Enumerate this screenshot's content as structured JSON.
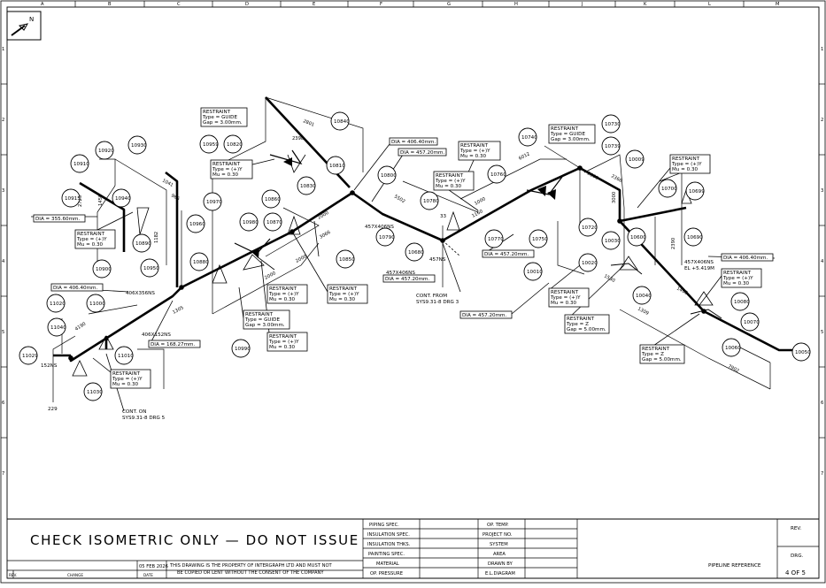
{
  "drawing": {
    "north_label": "N",
    "grid_columns": [
      "A",
      "B",
      "C",
      "D",
      "E",
      "F",
      "G",
      "H",
      "J",
      "K",
      "L",
      "M"
    ],
    "grid_rows": [
      "1",
      "2",
      "3",
      "4",
      "5",
      "6",
      "7"
    ],
    "bubbles": [
      {
        "id": "b10840",
        "label": "10840"
      },
      {
        "id": "b10930",
        "label": "10930"
      },
      {
        "id": "b10920",
        "label": "10920"
      },
      {
        "id": "b10910",
        "label": "10910"
      },
      {
        "id": "b10915",
        "label": "10915"
      },
      {
        "id": "b10940",
        "label": "10940"
      },
      {
        "id": "b10950",
        "label": "10950"
      },
      {
        "id": "b10959",
        "label": "10959"
      },
      {
        "id": "b10820",
        "label": "10820"
      },
      {
        "id": "b10810",
        "label": "10810"
      },
      {
        "id": "b10830",
        "label": "10830"
      },
      {
        "id": "b10800",
        "label": "10800"
      },
      {
        "id": "b10970",
        "label": "10970"
      },
      {
        "id": "b10960",
        "label": "10960"
      },
      {
        "id": "b10860",
        "label": "10860"
      },
      {
        "id": "b10870",
        "label": "10870"
      },
      {
        "id": "b10980",
        "label": "10980"
      },
      {
        "id": "b10890",
        "label": "10890"
      },
      {
        "id": "b10900",
        "label": "10900"
      },
      {
        "id": "b10880",
        "label": "10880"
      },
      {
        "id": "b10850",
        "label": "10850"
      },
      {
        "id": "b10790",
        "label": "10790"
      },
      {
        "id": "b10680",
        "label": "10680"
      },
      {
        "id": "b10780",
        "label": "10780"
      },
      {
        "id": "b10760",
        "label": "10760"
      },
      {
        "id": "b10740",
        "label": "10740"
      },
      {
        "id": "b10730",
        "label": "10730"
      },
      {
        "id": "b10739",
        "label": "10739"
      },
      {
        "id": "b10009",
        "label": "10009"
      },
      {
        "id": "b10700",
        "label": "10700"
      },
      {
        "id": "b10699",
        "label": "10699"
      },
      {
        "id": "b10720",
        "label": "10720"
      },
      {
        "id": "b10030",
        "label": "10030"
      },
      {
        "id": "b10600",
        "label": "10600"
      },
      {
        "id": "b10690",
        "label": "10690"
      },
      {
        "id": "b10770",
        "label": "10770"
      },
      {
        "id": "b10750",
        "label": "10750"
      },
      {
        "id": "b10010",
        "label": "10010"
      },
      {
        "id": "b10020",
        "label": "10020"
      },
      {
        "id": "b10040",
        "label": "10040"
      },
      {
        "id": "b10080",
        "label": "10080"
      },
      {
        "id": "b10070",
        "label": "10070"
      },
      {
        "id": "b10060",
        "label": "10060"
      },
      {
        "id": "b10050",
        "label": "10050"
      },
      {
        "id": "b11020",
        "label": "11020"
      },
      {
        "id": "b11000",
        "label": "11000"
      },
      {
        "id": "b11040",
        "label": "11040"
      },
      {
        "id": "b11029",
        "label": "11029"
      },
      {
        "id": "b11010",
        "label": "11010"
      },
      {
        "id": "b11030",
        "label": "11030"
      },
      {
        "id": "b10990",
        "label": "10990"
      }
    ],
    "restraints": {
      "r1": [
        "RESTRAINT",
        "Type = GUIDE",
        "Gap = 3.00mm."
      ],
      "r2": [
        "RESTRAINT",
        "Type = (+)Y",
        "Mu = 0.30"
      ],
      "r3": [
        "RESTRAINT",
        "Type = (+)Y",
        "Mu = 0.30"
      ],
      "r4": [
        "RESTRAINT",
        "Type = (+)Y",
        "Mu = 0.30"
      ],
      "r5": [
        "RESTRAINT",
        "Type = (+)Y",
        "Mu = 0.30"
      ],
      "r6": [
        "RESTRAINT",
        "Type = GUIDE",
        "Gap = 3.00mm."
      ],
      "r7": [
        "RESTRAINT",
        "Type = (+)Y",
        "Mu = 0.30"
      ],
      "r8": [
        "RESTRAINT",
        "Type = (+)Y",
        "Mu = 0.30"
      ],
      "r9": [
        "RESTRAINT",
        "Type = (+)Y",
        "Mu = 0.30"
      ],
      "r10": [
        "RESTRAINT",
        "Type = (+)Y",
        "Mu = 0.30"
      ],
      "r11": [
        "RESTRAINT",
        "Type = GUIDE",
        "Gap = 3.00mm."
      ],
      "r12": [
        "RESTRAINT",
        "Type = (+)Y",
        "Mu = 0.30"
      ],
      "r13": [
        "RESTRAINT",
        "Type = (+)Y",
        "Mu = 0.30"
      ],
      "r14": [
        "RESTRAINT",
        "Type = (+)Y",
        "Mu = 0.30"
      ],
      "r15": [
        "RESTRAINT",
        "Type = Z",
        "Gap = 5.00mm."
      ],
      "r16": [
        "RESTRAINT",
        "Type = Z",
        "Gap = 5.00mm."
      ]
    },
    "dia_labels": {
      "d1": "DIA = 406.40mm.",
      "d2": "DIA = 457.20mm.",
      "d3": "DIA = 355.60mm.",
      "d4": "DIA = 406.40mm.",
      "d5": "DIA = 168.27mm.",
      "d6": "DIA = 457.20mm.",
      "d7": "DIA = 457.20mm.",
      "d8": "DIA = 457.20mm.",
      "d9": "DIA = 406.40mm."
    },
    "notes": {
      "n406x356": "406X356NS",
      "n406x152": "406X152NS",
      "n152": "152NS",
      "n229": "229",
      "cont_on_1": "CONT. ON",
      "cont_on_2": "SYS9.31-8 DRG 5",
      "cont_from_1": "CONT. FROM",
      "cont_from_2": "SYS9.31-8 DRG 3",
      "n457x406a": "457X406NS",
      "n457x406b": "457X406NS",
      "n457": "457NS",
      "n33": "33",
      "n457x406c": "457X406NS",
      "el": "EL +5.419M"
    },
    "dims": {
      "x2398": "2398",
      "x2801": "2801",
      "x1041": "1041",
      "x966": "966",
      "x1182": "1182",
      "x2725": "2725",
      "x2000a": "2000",
      "x2000b": "2000",
      "x2000c": "2000",
      "x3066": "3066",
      "x1305": "1305",
      "x4190": "4190",
      "x5502": "5502",
      "x6012": "6012",
      "x1000": "1000",
      "x1160": "1160",
      "x2000d": "2000",
      "x2368": "2368",
      "x2390": "2390",
      "x7902": "7902",
      "x1403": "1403",
      "x1309": "1309",
      "x1530": "1530",
      "x3000": "3000",
      "x1450": "1450"
    }
  },
  "title_block": {
    "banner": "CHECK ISOMETRIC ONLY — DO NOT ISSUE",
    "fields_left": [
      "PIPING SPEC.",
      "INSULATION SPEC.",
      "INSULATION THKS.",
      "PAINTING SPEC.",
      "MATERIAL",
      "OP. PRESSURE"
    ],
    "fields_right": [
      "OP. TEMP.",
      "PROJECT NO.",
      "SYSTEM",
      "AREA",
      "DRAWN BY",
      "E.L.DIAGRAM"
    ],
    "date": "05 FEB 2026",
    "disclaimer_1": "THIS DRAWING IS THE PROPERTY OF INTERGRAPH LTD AND MUST NOT",
    "disclaimer_2": "BE COPIED OR LENT WITHOUT THE CONSENT OF THE COMPANY",
    "rev_col": "REV.",
    "change_col": "CHANGE",
    "date_col": "DATE",
    "pipeline_reference": "PIPELINE REFERENCE",
    "rev_label": "REV.",
    "drg_label": "DRG.",
    "sheet": "4 OF 5"
  }
}
